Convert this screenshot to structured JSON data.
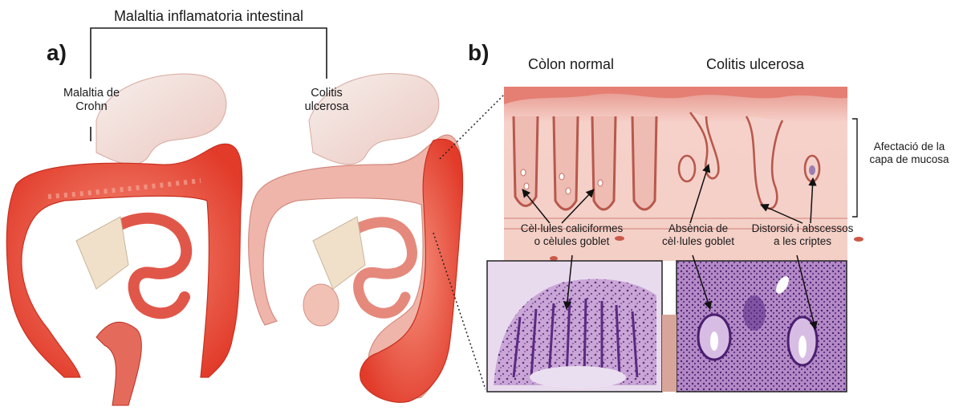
{
  "figure": {
    "top_label": "Malaltia inflamatoria intestinal",
    "panel_a": {
      "letter": "a)",
      "left_label_line1": "Malaltia de",
      "left_label_line2": "Crohn",
      "right_label_line1": "Colitis",
      "right_label_line2": "ulcerosa"
    },
    "panel_b": {
      "letter": "b)",
      "header_normal": "Còlon normal",
      "header_uc": "Colitis ulcerosa",
      "side_label_line1": "Afectació de la",
      "side_label_line2": "capa de mucosa",
      "goblet_line1": "Cèl·lules caliciformes",
      "goblet_line2": "o cèlules goblet",
      "absence_line1": "Absència de",
      "absence_line2": "cèl·lules goblet",
      "distortion_line1": "Distorsió i abscessos",
      "distortion_line2": "a les criptes"
    }
  },
  "colors": {
    "inflamed_red": "#e8412e",
    "mucosa_pink": "#f3c9c1",
    "tissue_purple": "#8d5aa8",
    "line": "#1a1a1a"
  }
}
